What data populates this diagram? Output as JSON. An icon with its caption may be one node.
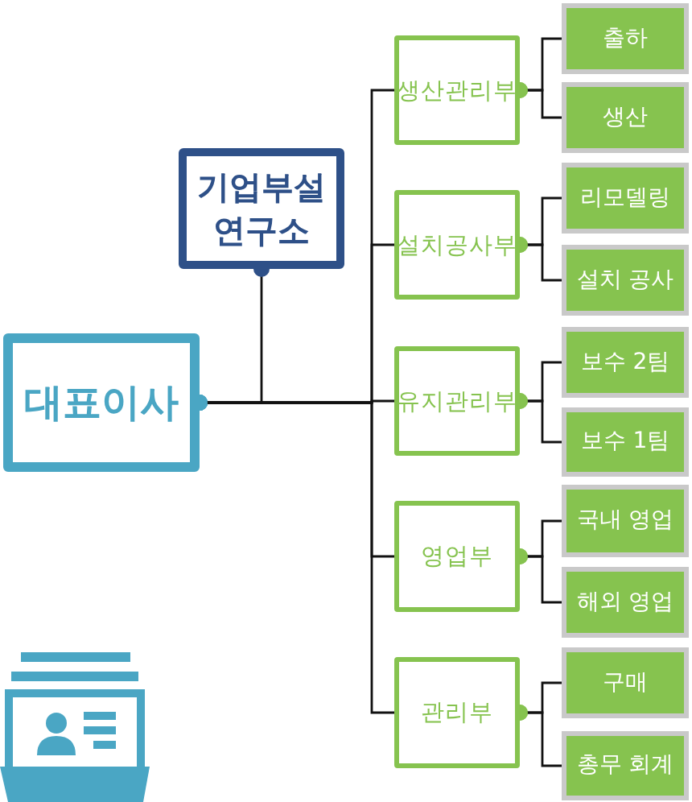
{
  "diagram": {
    "nodes": [
      {
        "text": [
          "대표이사"
        ]
      },
      {
        "text": [
          "기업부설 연구소"
        ]
      },
      {
        "text": [
          "생산관리부"
        ]
      },
      {
        "text": [
          "출하"
        ]
      },
      {
        "text": [
          "생산"
        ]
      },
      {
        "text": [
          "설치공사부"
        ]
      },
      {
        "text": [
          "리모델링"
        ]
      },
      {
        "text": [
          "설치 공사"
        ]
      },
      {
        "text": [
          "유지관리부"
        ]
      },
      {
        "text": [
          "보수 2팀"
        ]
      },
      {
        "text": [
          "보수 1팀"
        ]
      },
      {
        "text": [
          "영업부"
        ]
      },
      {
        "text": [
          "국내 영업"
        ]
      },
      {
        "text": [
          "해외 영업"
        ]
      },
      {
        "text": [
          "관리부"
        ]
      },
      {
        "text": [
          "구매"
        ]
      },
      {
        "text": [
          "총무 회계"
        ]
      }
    ],
    "edges": [
      {
        "from": 1,
        "to": 0,
        "arrow": "other"
      },
      {
        "from": 0,
        "to": 2,
        "arrow": "other"
      },
      {
        "from": 0,
        "to": 5,
        "arrow": "other"
      },
      {
        "from": 0,
        "to": 8,
        "arrow": "other"
      },
      {
        "from": 0,
        "to": 11,
        "arrow": "other"
      },
      {
        "from": 0,
        "to": 14,
        "arrow": "other"
      },
      {
        "from": 2,
        "to": 3,
        "arrow": "other"
      },
      {
        "from": 2,
        "to": 4,
        "arrow": "other"
      },
      {
        "from": 5,
        "to": 6,
        "arrow": "other"
      },
      {
        "from": 5,
        "to": 7,
        "arrow": "other"
      },
      {
        "from": 8,
        "to": 9,
        "arrow": "other"
      },
      {
        "from": 8,
        "to": 10,
        "arrow": "other"
      },
      {
        "from": 11,
        "to": 12,
        "arrow": "other"
      },
      {
        "from": 11,
        "to": 13,
        "arrow": "other"
      },
      {
        "from": 14,
        "to": 15,
        "arrow": "other"
      },
      {
        "from": 14,
        "to": 16,
        "arrow": "other"
      }
    ]
  }
}
